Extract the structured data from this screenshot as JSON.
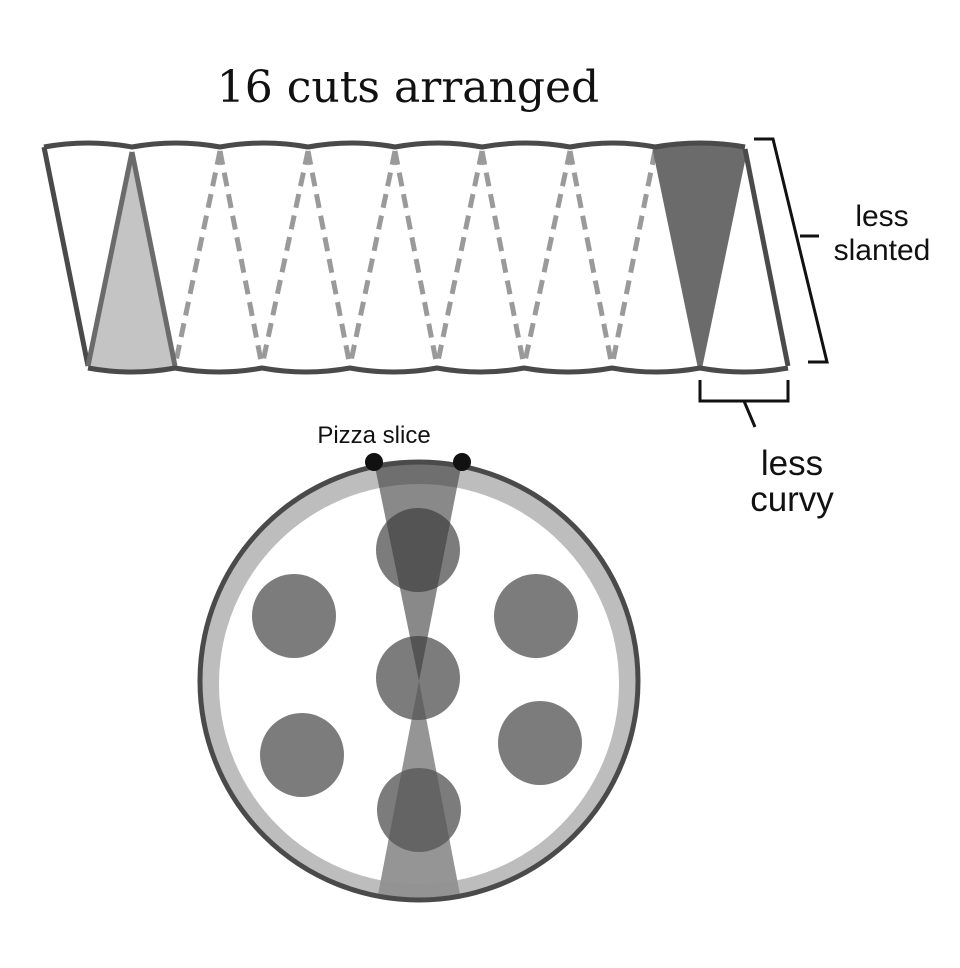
{
  "title": "16 cuts arranged",
  "labels": {
    "slant_line1": "less",
    "slant_line2": "slanted",
    "curvy_line1": "less",
    "curvy_line2": "curvy",
    "slice": "Pizza slice"
  },
  "arrangement": {
    "cuts": 16
  },
  "colors": {
    "outline": "#4a4a4a",
    "dark_slice": "#6b6b6b",
    "light_slice": "#c4c4c4",
    "dashed": "#9a9a9a",
    "crust": "#bdbdbd",
    "pepperoni": "#7c7c7c",
    "slice_on_pizza": "#4f4f4f"
  }
}
